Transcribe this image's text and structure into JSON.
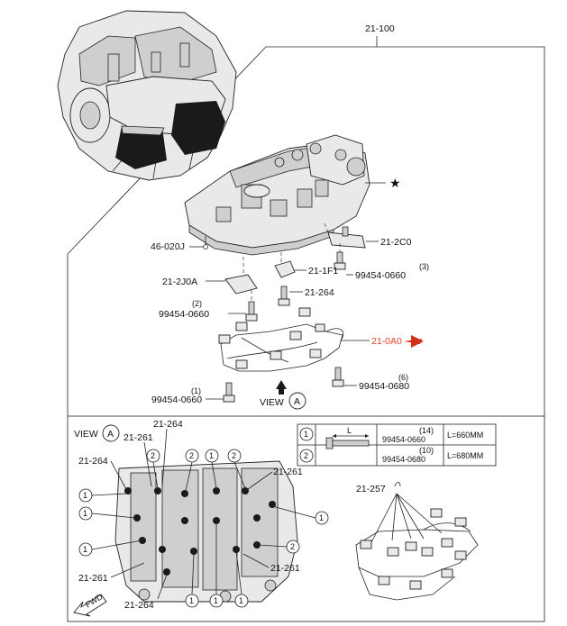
{
  "colors": {
    "highlight": "#e0452a",
    "line": "#222222",
    "background": "#ffffff"
  },
  "upper": {
    "assembly_ref": "21-100",
    "star": "★",
    "view_label": "VIEW",
    "view_letter": "A",
    "parts": {
      "p46020j": "46-020J",
      "p212c0": "21-2C0",
      "p211f1": "21-1F1",
      "p212j0a": "21-2J0A",
      "p21264": "21-264",
      "p210a0": "21-0A0"
    },
    "bolts": {
      "b1_qty": "(2)",
      "b1_part": "99454-0660",
      "b2_qty": "(3)",
      "b2_part": "99454-0660",
      "b3_qty": "(6)",
      "b3_part": "99454-0680",
      "b4_qty": "(1)",
      "b4_part": "99454-0660"
    }
  },
  "lower": {
    "view_label": "VIEW",
    "view_letter": "A",
    "fwd": "FWD",
    "labels": {
      "a": "21-264",
      "b": "21-261",
      "c": "21-264",
      "d": "21-261",
      "e": "21-261",
      "f": "21-261",
      "g": "21-264",
      "h": "21-257"
    },
    "callout_1": "1",
    "callout_2": "2",
    "legend": {
      "length_symbol": "L",
      "rows": [
        {
          "key": "1",
          "qty": "(14)",
          "part": "99454-0660",
          "length": "L=660MM"
        },
        {
          "key": "2",
          "qty": "(10)",
          "part": "99454-0680",
          "length": "L=680MM"
        }
      ]
    }
  }
}
